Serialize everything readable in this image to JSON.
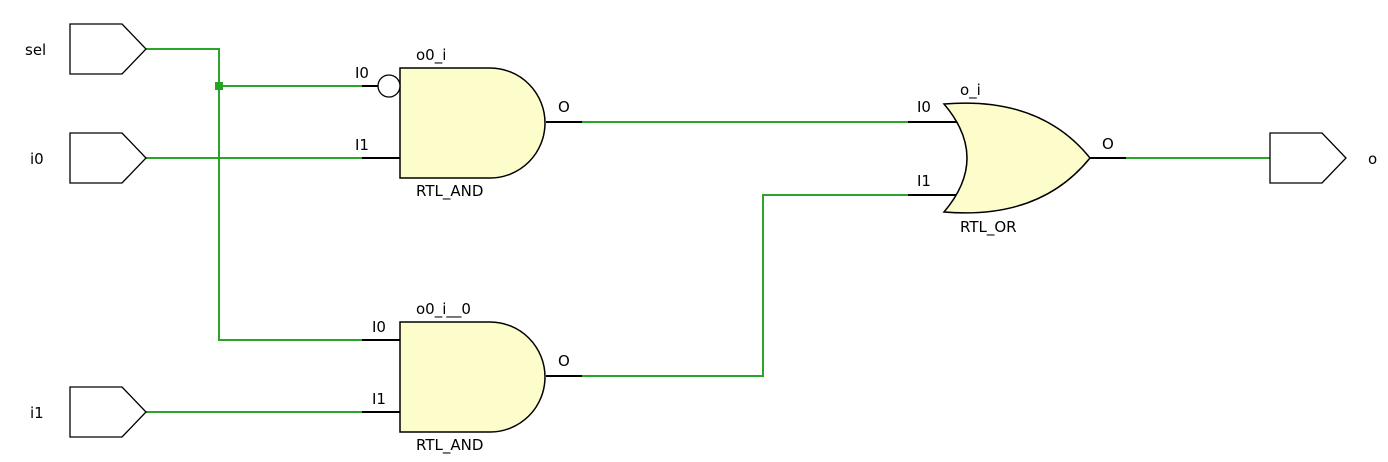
{
  "ports": {
    "sel": "sel",
    "i0": "i0",
    "i1": "i1",
    "o": "o"
  },
  "gates": {
    "and_top": {
      "instance": "o0_i",
      "type": "RTL_AND",
      "pin_in0": "I0",
      "pin_in1": "I1",
      "pin_out": "O"
    },
    "and_bottom": {
      "instance": "o0_i__0",
      "type": "RTL_AND",
      "pin_in0": "I0",
      "pin_in1": "I1",
      "pin_out": "O"
    },
    "or": {
      "instance": "o_i",
      "type": "RTL_OR",
      "pin_in0": "I0",
      "pin_in1": "I1",
      "pin_out": "O"
    }
  },
  "colors": {
    "wire": "#2aa52a",
    "gate_fill": "#fdfccb",
    "junction": "#22a422"
  }
}
